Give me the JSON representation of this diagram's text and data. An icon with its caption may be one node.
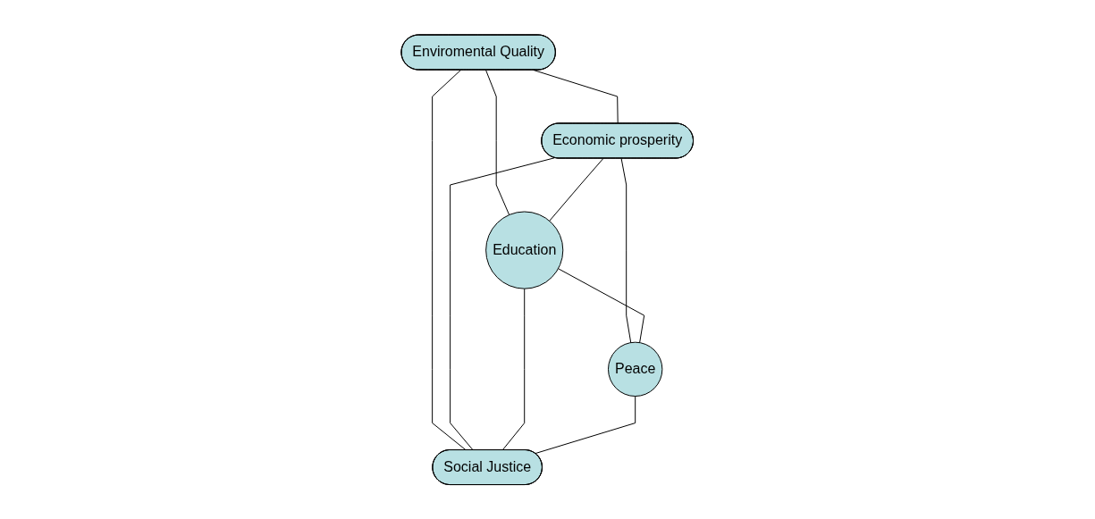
{
  "diagram": {
    "nodes": [
      {
        "text": [
          "Economic prosperity"
        ]
      },
      {
        "text": [
          "Enviromental Quality"
        ]
      },
      {
        "text": [
          "Education"
        ]
      },
      {
        "text": [
          "Peace"
        ]
      },
      {
        "text": [
          "Social Justice"
        ]
      }
    ],
    "edges": [
      {
        "from": 1,
        "to": 0,
        "arrow": "none"
      },
      {
        "from": 1,
        "to": 2,
        "arrow": "none"
      },
      {
        "from": 1,
        "to": 4,
        "arrow": "none"
      },
      {
        "from": 0,
        "to": 2,
        "arrow": "none"
      },
      {
        "from": 0,
        "to": 4,
        "arrow": "none"
      },
      {
        "from": 0,
        "to": 3,
        "arrow": "none"
      },
      {
        "from": 2,
        "to": 3,
        "arrow": "none"
      },
      {
        "from": 2,
        "to": 4,
        "arrow": "none"
      },
      {
        "from": 3,
        "to": 4,
        "arrow": "none"
      }
    ]
  }
}
